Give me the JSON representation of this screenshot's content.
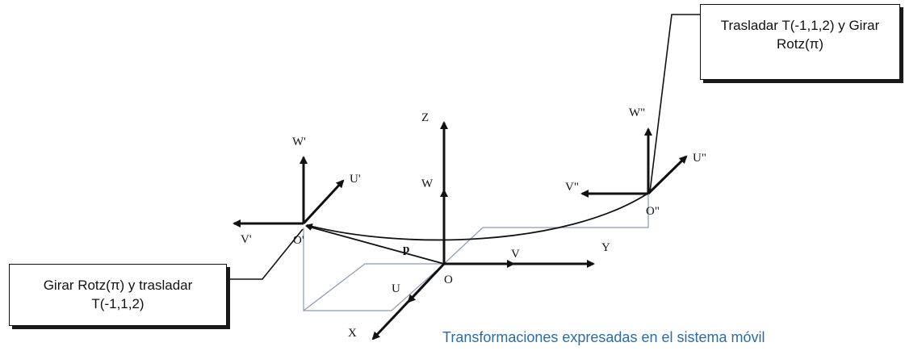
{
  "annotations": {
    "top_box": [
      "Trasladar T(-1,1,2) y Girar",
      "Rotz(π)"
    ],
    "left_box": [
      "Girar Rotz(π) y trasladar",
      "T(-1,1,2)"
    ]
  },
  "caption": "Transformaciones expresadas en el sistema móvil",
  "axis_labels": {
    "Z": "Z",
    "W": "W",
    "V": "V",
    "Y": "Y",
    "U": "U",
    "X": "X",
    "O": "O",
    "W1": "W'",
    "U1": "U'",
    "V1": "V'",
    "O1": "O'",
    "W2": "W\"",
    "U2": "U\"",
    "V2": "V\"",
    "O2": "O\"",
    "p": "p"
  },
  "colors": {
    "caption": "#2d6ca3",
    "guide_lines": "#8a9bb8",
    "ink": "#111111"
  }
}
